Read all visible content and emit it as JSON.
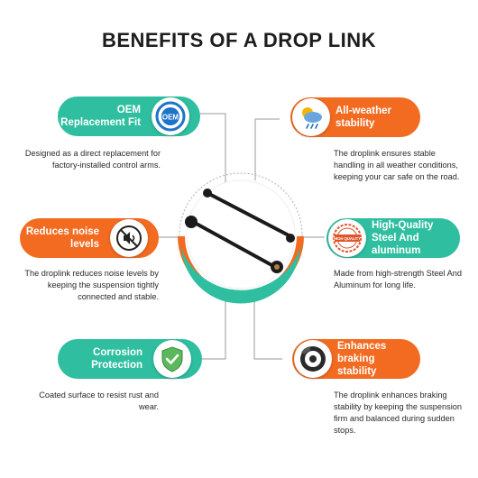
{
  "title": "BENEFITS OF A DROP LINK",
  "colors": {
    "teal": "#2fbfa0",
    "orange": "#f26b21",
    "line": "#9a9a9a",
    "text": "#2a2a2a"
  },
  "benefits": [
    {
      "label": "OEM Replacement Fit",
      "icon": "oem-badge-icon",
      "badge_text": "OEM",
      "description": "Designed as a direct replacement for factory-installed control arms."
    },
    {
      "label": "All-weather stability",
      "icon": "weather-cloud-icon",
      "description": "The droplink ensures stable handling in all weather conditions, keeping your car safe on the road."
    },
    {
      "label": "Reduces noise levels",
      "icon": "no-noise-icon",
      "description": "The droplink reduces noise levels by keeping the suspension tightly connected and stable."
    },
    {
      "label": "High-Quality Steel And aluminum",
      "icon": "quality-badge-icon",
      "badge_text": "HIGH QUALITY",
      "description": "Made from high-strength Steel And Aluminum for long life."
    },
    {
      "label": "Corrosion Protection",
      "icon": "shield-check-icon",
      "description": "Coated surface to resist rust and wear."
    },
    {
      "label": "Enhances braking stability",
      "icon": "brake-disc-icon",
      "description": "The droplink enhances braking stability by keeping the suspension firm and balanced during sudden stops."
    }
  ]
}
